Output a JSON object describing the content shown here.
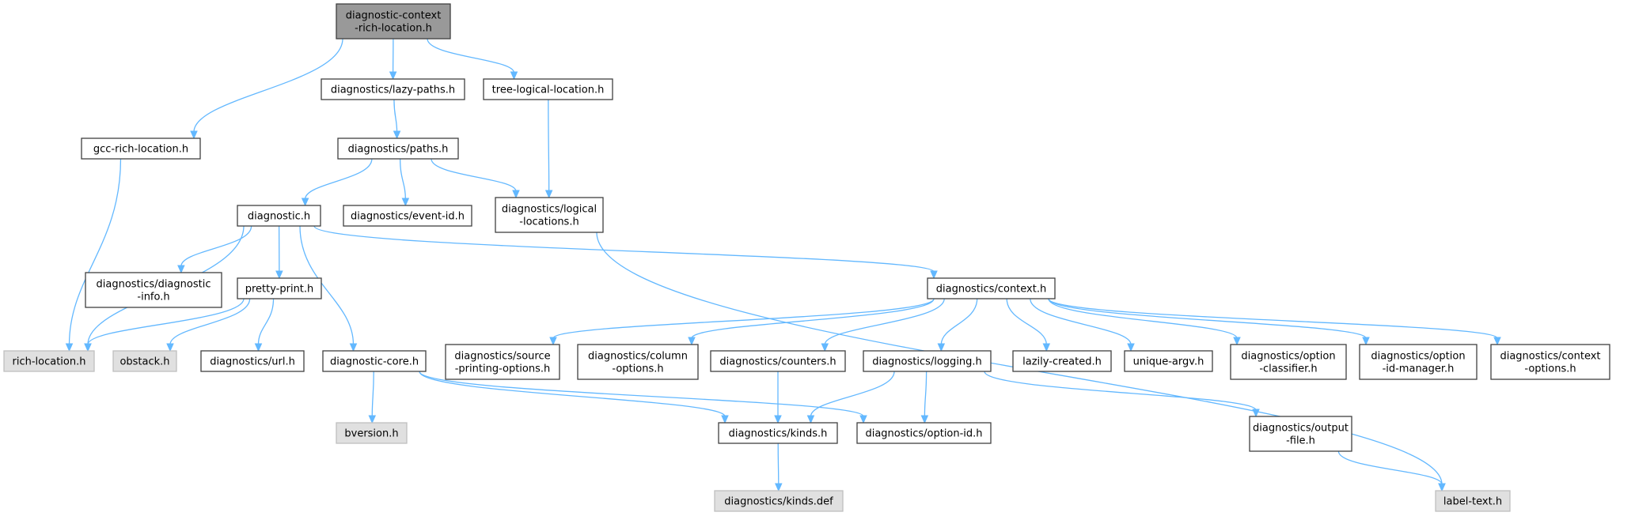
{
  "colors": {
    "edge": "#63b8ff",
    "root_fill": "#999999",
    "normal_fill": "#ffffff",
    "external_fill": "#e0e0e0",
    "border": "#404040"
  },
  "nodes": [
    {
      "id": "root",
      "lines": [
        "diagnostic-context",
        "-rich-location.h"
      ],
      "kind": "root"
    },
    {
      "id": "gcc_rich",
      "lines": [
        "gcc-rich-location.h"
      ],
      "kind": "normal"
    },
    {
      "id": "lazy_paths",
      "lines": [
        "diagnostics/lazy-paths.h"
      ],
      "kind": "normal"
    },
    {
      "id": "tree_logical",
      "lines": [
        "tree-logical-location.h"
      ],
      "kind": "normal"
    },
    {
      "id": "paths",
      "lines": [
        "diagnostics/paths.h"
      ],
      "kind": "normal"
    },
    {
      "id": "diagnostic_h",
      "lines": [
        "diagnostic.h"
      ],
      "kind": "normal"
    },
    {
      "id": "event_id",
      "lines": [
        "diagnostics/event-id.h"
      ],
      "kind": "normal"
    },
    {
      "id": "logical_locations",
      "lines": [
        "diagnostics/logical",
        "-locations.h"
      ],
      "kind": "normal"
    },
    {
      "id": "diag_info",
      "lines": [
        "diagnostics/diagnostic",
        "-info.h"
      ],
      "kind": "normal"
    },
    {
      "id": "pretty_print",
      "lines": [
        "pretty-print.h"
      ],
      "kind": "normal"
    },
    {
      "id": "context_h",
      "lines": [
        "diagnostics/context.h"
      ],
      "kind": "normal"
    },
    {
      "id": "rich_location",
      "lines": [
        "rich-location.h"
      ],
      "kind": "external"
    },
    {
      "id": "obstack",
      "lines": [
        "obstack.h"
      ],
      "kind": "external"
    },
    {
      "id": "url_h",
      "lines": [
        "diagnostics/url.h"
      ],
      "kind": "normal"
    },
    {
      "id": "diag_core",
      "lines": [
        "diagnostic-core.h"
      ],
      "kind": "normal"
    },
    {
      "id": "source_printing",
      "lines": [
        "diagnostics/source",
        "-printing-options.h"
      ],
      "kind": "normal"
    },
    {
      "id": "column_options",
      "lines": [
        "diagnostics/column",
        "-options.h"
      ],
      "kind": "normal"
    },
    {
      "id": "counters",
      "lines": [
        "diagnostics/counters.h"
      ],
      "kind": "normal"
    },
    {
      "id": "logging",
      "lines": [
        "diagnostics/logging.h"
      ],
      "kind": "normal"
    },
    {
      "id": "lazily_created",
      "lines": [
        "lazily-created.h"
      ],
      "kind": "normal"
    },
    {
      "id": "unique_argv",
      "lines": [
        "unique-argv.h"
      ],
      "kind": "normal"
    },
    {
      "id": "option_classifier",
      "lines": [
        "diagnostics/option",
        "-classifier.h"
      ],
      "kind": "normal"
    },
    {
      "id": "option_id_manager",
      "lines": [
        "diagnostics/option",
        "-id-manager.h"
      ],
      "kind": "normal"
    },
    {
      "id": "context_options",
      "lines": [
        "diagnostics/context",
        "-options.h"
      ],
      "kind": "normal"
    },
    {
      "id": "bversion",
      "lines": [
        "bversion.h"
      ],
      "kind": "external"
    },
    {
      "id": "kinds_h",
      "lines": [
        "diagnostics/kinds.h"
      ],
      "kind": "normal"
    },
    {
      "id": "option_id",
      "lines": [
        "diagnostics/option-id.h"
      ],
      "kind": "normal"
    },
    {
      "id": "output_file",
      "lines": [
        "diagnostics/output",
        "-file.h"
      ],
      "kind": "normal"
    },
    {
      "id": "kinds_def",
      "lines": [
        "diagnostics/kinds.def"
      ],
      "kind": "external"
    },
    {
      "id": "label_text",
      "lines": [
        "label-text.h"
      ],
      "kind": "external"
    }
  ],
  "edges": [
    [
      "root",
      "gcc_rich"
    ],
    [
      "root",
      "lazy_paths"
    ],
    [
      "root",
      "tree_logical"
    ],
    [
      "gcc_rich",
      "rich_location"
    ],
    [
      "lazy_paths",
      "paths"
    ],
    [
      "tree_logical",
      "logical_locations"
    ],
    [
      "paths",
      "diagnostic_h"
    ],
    [
      "paths",
      "event_id"
    ],
    [
      "paths",
      "logical_locations"
    ],
    [
      "logical_locations",
      "label_text"
    ],
    [
      "diagnostic_h",
      "rich_location"
    ],
    [
      "diagnostic_h",
      "diag_info"
    ],
    [
      "diagnostic_h",
      "pretty_print"
    ],
    [
      "diagnostic_h",
      "diag_core"
    ],
    [
      "diagnostic_h",
      "context_h"
    ],
    [
      "pretty_print",
      "rich_location"
    ],
    [
      "pretty_print",
      "obstack"
    ],
    [
      "pretty_print",
      "url_h"
    ],
    [
      "context_h",
      "source_printing"
    ],
    [
      "context_h",
      "column_options"
    ],
    [
      "context_h",
      "counters"
    ],
    [
      "context_h",
      "logging"
    ],
    [
      "context_h",
      "lazily_created"
    ],
    [
      "context_h",
      "unique_argv"
    ],
    [
      "context_h",
      "option_classifier"
    ],
    [
      "context_h",
      "option_id_manager"
    ],
    [
      "context_h",
      "context_options"
    ],
    [
      "diag_core",
      "bversion"
    ],
    [
      "diag_core",
      "kinds_h"
    ],
    [
      "diag_core",
      "option_id"
    ],
    [
      "counters",
      "kinds_h"
    ],
    [
      "logging",
      "kinds_h"
    ],
    [
      "logging",
      "option_id"
    ],
    [
      "logging",
      "output_file"
    ],
    [
      "kinds_h",
      "kinds_def"
    ],
    [
      "output_file",
      "label_text"
    ]
  ]
}
